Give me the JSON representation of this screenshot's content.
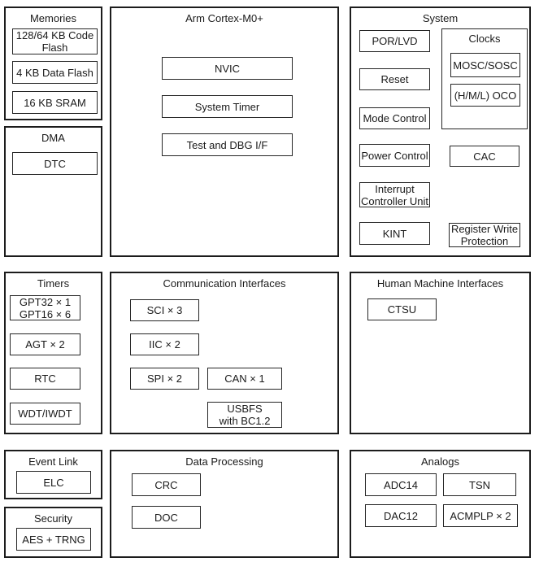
{
  "diagram": {
    "memories": {
      "title": "Memories",
      "code_flash": "128/64 KB Code\nFlash",
      "data_flash": "4 KB Data Flash",
      "sram": "16 KB SRAM"
    },
    "dma": {
      "title": "DMA",
      "dtc": "DTC"
    },
    "cortex": {
      "title": "Arm Cortex-M0+",
      "nvic": "NVIC",
      "system_timer": "System Timer",
      "test_dbg": "Test and DBG I/F"
    },
    "system": {
      "title": "System",
      "por_lvd": "POR/LVD",
      "reset": "Reset",
      "mode_control": "Mode Control",
      "power_control": "Power Control",
      "icu": "Interrupt\nController Unit",
      "kint": "KINT",
      "clocks": {
        "title": "Clocks",
        "mosc_sosc": "MOSC/SOSC",
        "oco": "(H/M/L) OCO"
      },
      "cac": "CAC",
      "reg_write_protection": "Register Write\nProtection"
    },
    "timers": {
      "title": "Timers",
      "gpt": "GPT32 × 1\nGPT16 × 6",
      "agt": "AGT × 2",
      "rtc": "RTC",
      "wdt": "WDT/IWDT"
    },
    "comm": {
      "title": "Communication Interfaces",
      "sci": "SCI × 3",
      "iic": "IIC × 2",
      "spi": "SPI × 2",
      "can": "CAN × 1",
      "usbfs": "USBFS\nwith BC1.2"
    },
    "hmi": {
      "title": "Human Machine Interfaces",
      "ctsu": "CTSU"
    },
    "event_link": {
      "title": "Event Link",
      "elc": "ELC"
    },
    "security": {
      "title": "Security",
      "aes": "AES + TRNG"
    },
    "data_processing": {
      "title": "Data Processing",
      "crc": "CRC",
      "doc": "DOC"
    },
    "analogs": {
      "title": "Analogs",
      "adc": "ADC14",
      "tsn": "TSN",
      "dac": "DAC12",
      "acmplp": "ACMPLP × 2"
    }
  }
}
